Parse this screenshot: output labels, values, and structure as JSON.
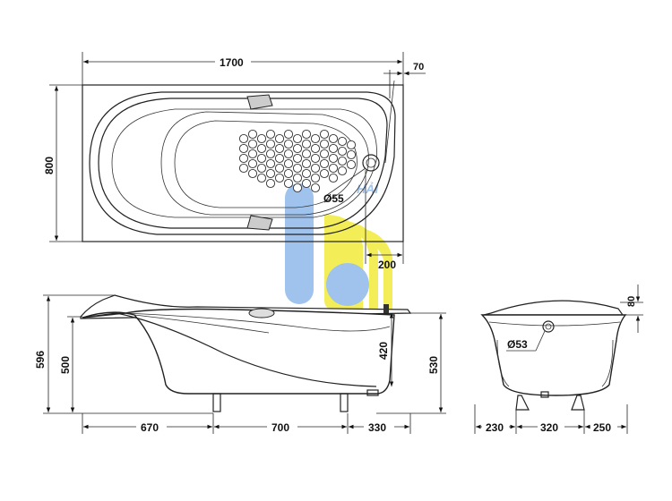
{
  "top_view": {
    "length_label": "1700",
    "width_label": "800",
    "offset_label": "70",
    "drain_offset_label": "200",
    "drain_hole_label": "Ø55"
  },
  "side_view": {
    "total_height_label": "596",
    "rim_height_label": "500",
    "end_height_label": "530",
    "depth_label": "420",
    "segment_1_label": "670",
    "segment_2_label": "700",
    "segment_3_label": "330"
  },
  "end_view": {
    "headrest_label": "80",
    "overflow_hole_label": "Ø53",
    "segment_1_label": "230",
    "segment_2_label": "320",
    "segment_3_label": "250"
  },
  "watermark": {
    "logo_text": "HẢI",
    "colors": {
      "blue": "#8fb9ea",
      "yellow": "#f2ea3c"
    }
  }
}
